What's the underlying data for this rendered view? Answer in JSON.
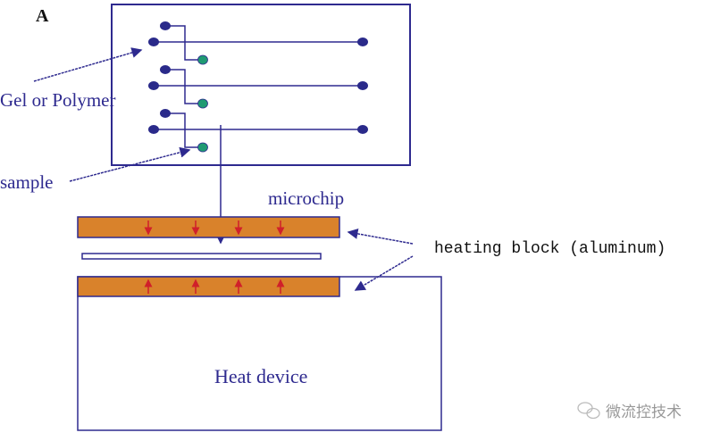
{
  "panel_label": "A",
  "labels": {
    "gel": "Gel or Polymer",
    "sample": "sample",
    "microchip": "microchip",
    "heating_block": "heating block (aluminum)",
    "heat_device": "Heat device"
  },
  "watermark": "微流控技术",
  "colors": {
    "line": "#2e2a8f",
    "dot": "#2a2a8a",
    "sample_dot": "#1f9a72",
    "block": "#d9822b",
    "heat_arrow": "#d0202a",
    "text": "#2e2a8f"
  }
}
